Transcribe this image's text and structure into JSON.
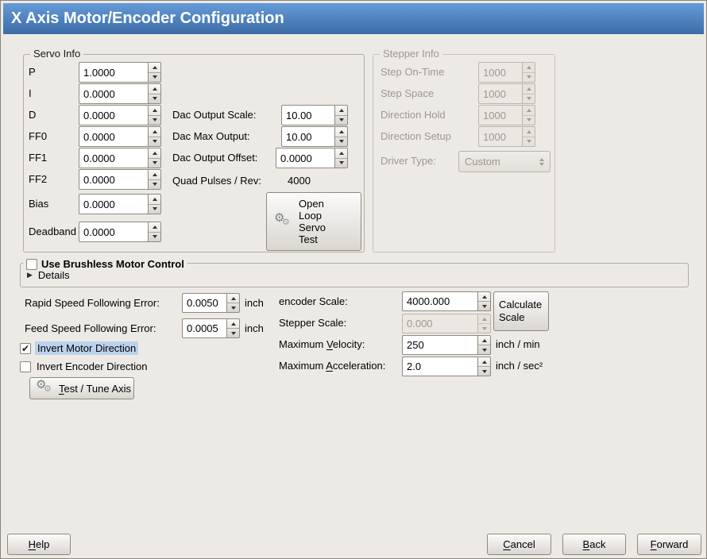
{
  "window": {
    "title": "X Axis Motor/Encoder Configuration"
  },
  "colors": {
    "titlebar_top": "#649bd8",
    "titlebar_bottom": "#3d6ca6",
    "selection_highlight": "#bcd2ec",
    "background": "#edeae6"
  },
  "icons": {
    "gear": "⚙",
    "expander": "▶",
    "check": "✔"
  },
  "servo_info": {
    "legend": "Servo Info",
    "params": [
      {
        "label": "P",
        "value": "1.0000"
      },
      {
        "label": "I",
        "value": "0.0000"
      },
      {
        "label": "D",
        "value": "0.0000"
      },
      {
        "label": "FF0",
        "value": "0.0000"
      },
      {
        "label": "FF1",
        "value": "0.0000"
      },
      {
        "label": "FF2",
        "value": "0.0000"
      },
      {
        "label": "Bias",
        "value": "0.0000"
      },
      {
        "label": "Deadband",
        "value": "0.0000"
      }
    ],
    "dac_output_scale": {
      "label": "Dac Output Scale:",
      "value": "10.00"
    },
    "dac_max_output": {
      "label": "Dac Max Output:",
      "value": "10.00"
    },
    "dac_output_offset": {
      "label": "Dac Output Offset:",
      "value": "0.0000"
    },
    "quad_pulses_per_rev": {
      "label": "Quad Pulses / Rev:",
      "value": "4000"
    },
    "open_loop_button_label": "Open Loop Servo Test"
  },
  "stepper_info": {
    "legend": "Stepper Info",
    "params": [
      {
        "label": "Step On-Time",
        "value": "1000"
      },
      {
        "label": "Step Space",
        "value": "1000"
      },
      {
        "label": "Direction Hold",
        "value": "1000"
      },
      {
        "label": "Direction Setup",
        "value": "1000"
      }
    ],
    "driver_type": {
      "label": "Driver Type:",
      "value": "Custom"
    }
  },
  "brushless": {
    "checkbox_label": "Use Brushless Motor Control",
    "checked": false,
    "details_label": "Details"
  },
  "following_error": {
    "rapid": {
      "label": "Rapid Speed Following Error:",
      "value": "0.0050",
      "unit": "inch"
    },
    "feed": {
      "label": "Feed Speed Following Error:",
      "value": "0.0005",
      "unit": "inch"
    }
  },
  "direction": {
    "invert_motor": {
      "label": "Invert Motor Direction",
      "checked": true
    },
    "invert_encoder": {
      "label": "Invert Encoder Direction",
      "checked": false
    }
  },
  "test_tune_button_label": "_Test / Tune Axis",
  "scales": {
    "encoder_scale": {
      "label": "encoder Scale:",
      "value": "4000.000"
    },
    "calculate_button_label": "Calculate Scale",
    "stepper_scale": {
      "label": "Stepper Scale:",
      "value": "0.000"
    },
    "max_velocity": {
      "label": "Maximum _Velocity:",
      "value": "250",
      "unit": "inch / min"
    },
    "max_acceleration": {
      "label": "Maximum _Acceleration:",
      "value": "2.0",
      "unit": "inch / sec²"
    }
  },
  "footer": {
    "help": "_Help",
    "cancel": "_Cancel",
    "back": "_Back",
    "forward": "_Forward"
  }
}
